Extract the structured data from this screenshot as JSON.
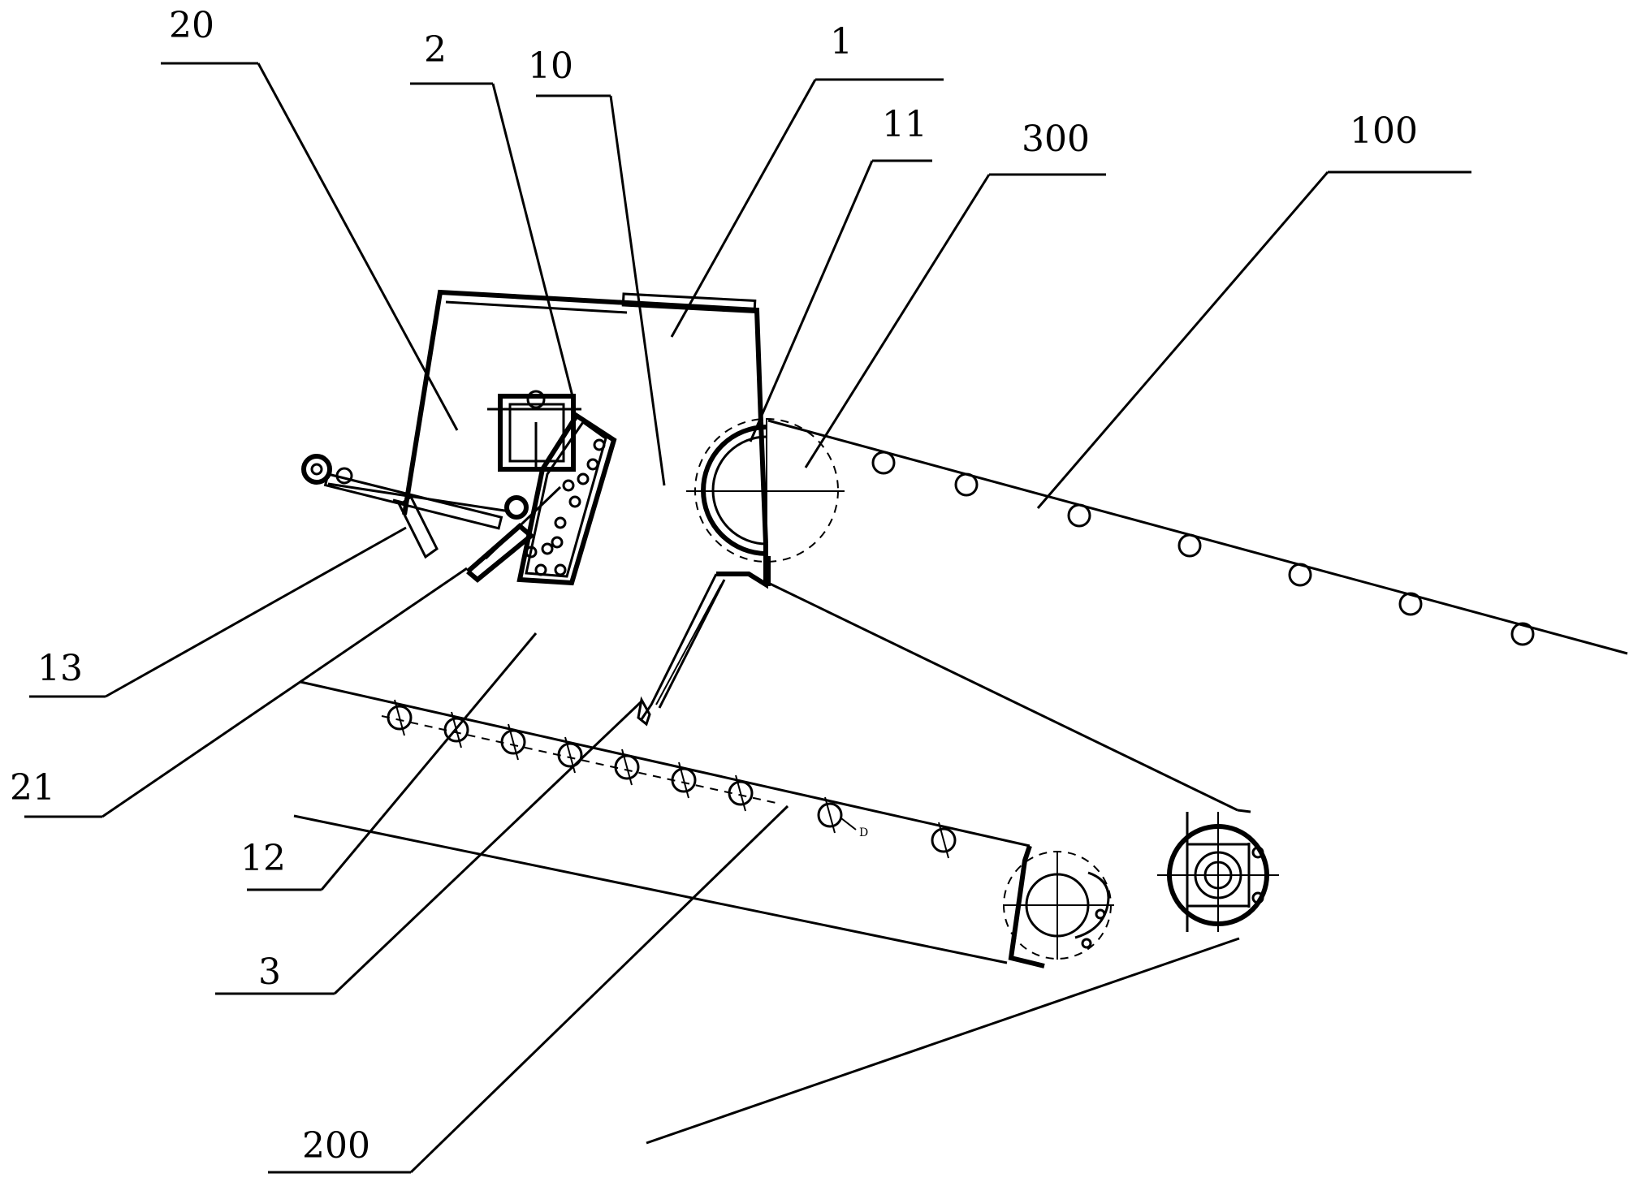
{
  "labels": [
    {
      "id": "20",
      "text": "20"
    },
    {
      "id": "2",
      "text": "2"
    },
    {
      "id": "10",
      "text": "10"
    },
    {
      "id": "1",
      "text": "1"
    },
    {
      "id": "11",
      "text": "11"
    },
    {
      "id": "300",
      "text": "300"
    },
    {
      "id": "100",
      "text": "100"
    },
    {
      "id": "13",
      "text": "13"
    },
    {
      "id": "21",
      "text": "21"
    },
    {
      "id": "12",
      "text": "12"
    },
    {
      "id": "3",
      "text": "3"
    },
    {
      "id": "200",
      "text": "200"
    }
  ],
  "annotation_small": "D"
}
